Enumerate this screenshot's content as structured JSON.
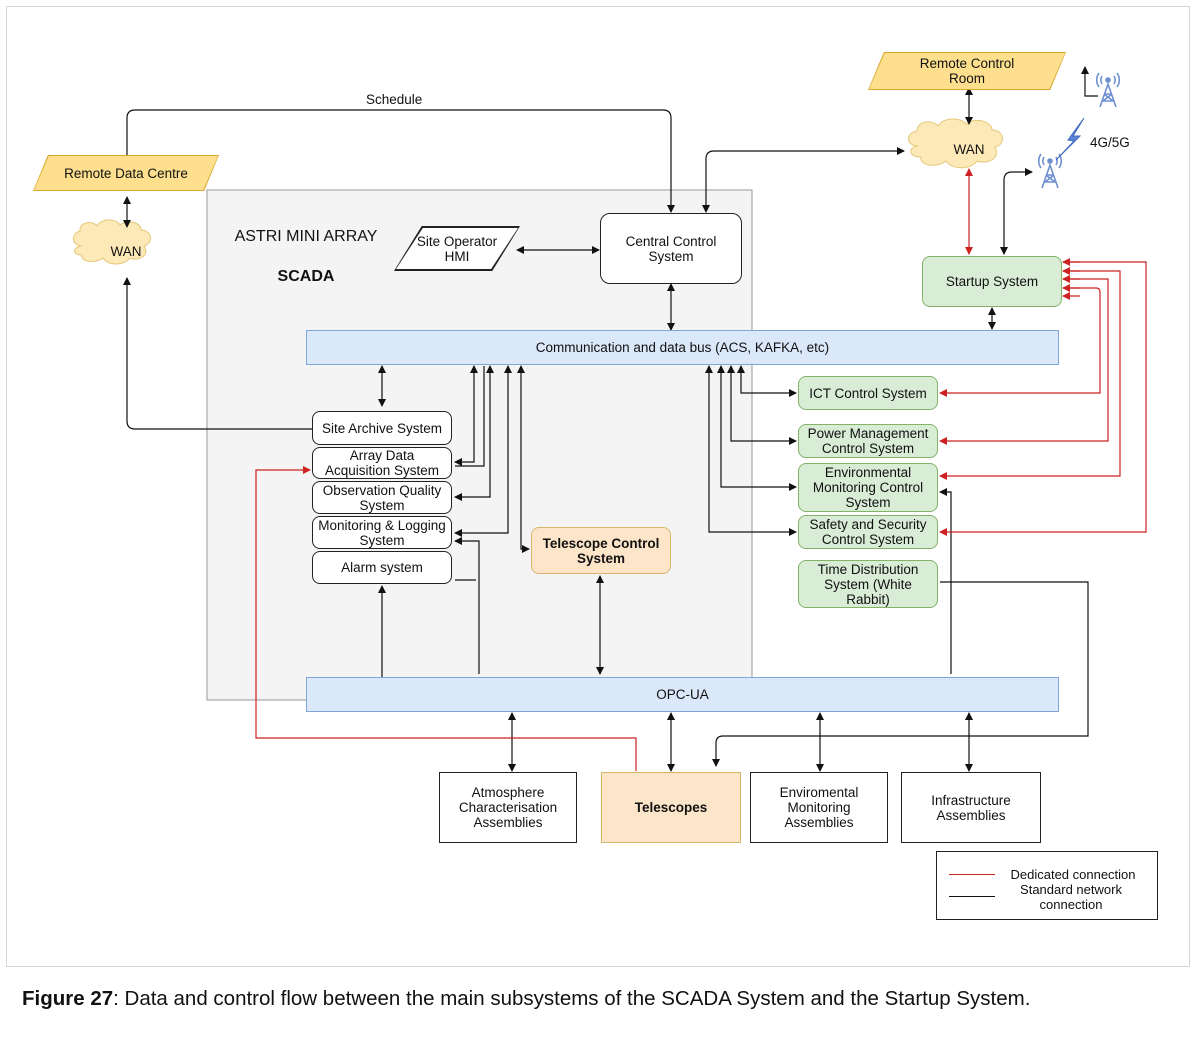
{
  "colors": {
    "dedicated": "#cc2222",
    "standard": "#111111",
    "green_fill": "#d9ecd6",
    "orange_fill": "#fde5c9",
    "bus_fill": "#dbe8fa",
    "cloud_fill": "#fde9b8",
    "parallelogram_fill": "#fddf8e"
  },
  "scada": {
    "title_line1": "ASTRI MINI ARRAY",
    "title_line2": "SCADA"
  },
  "labels": {
    "schedule": "Schedule",
    "g4g5": "4G/5G"
  },
  "nodes": {
    "remote_data_centre": "Remote Data Centre",
    "remote_control_room": "Remote Control\nRoom",
    "wan_left": "WAN",
    "wan_right": "WAN",
    "site_operator_hmi": "Site Operator\nHMI",
    "central_control": "Central Control\nSystem",
    "startup_system": "Startup System",
    "bus": "Communication and data bus (ACS, KAFKA, etc)",
    "site_archive": "Site Archive System",
    "array_data_acq": "Array Data\nAcquisition System",
    "obs_quality": "Observation Quality\nSystem",
    "monitoring_logging": "Monitoring & Logging\nSystem",
    "alarm_system": "Alarm system",
    "telescope_control": "Telescope Control\nSystem",
    "ict_control": "ICT Control System",
    "power_mgmt": "Power Management\nControl System",
    "env_monitoring_control": "Environmental\nMonitoring Control\nSystem",
    "safety_security": "Safety and Security\nControl System",
    "time_distribution": "Time Distribution\nSystem (White\nRabbit)",
    "opcua": "OPC-UA",
    "atmosphere": "Atmosphere\nCharacterisation\nAssemblies",
    "telescopes": "Telescopes",
    "env_assemblies": "Enviromental\nMonitoring\nAssemblies",
    "infrastructure": "Infrastructure\nAssemblies"
  },
  "legend": {
    "dedicated": "Dedicated connection",
    "standard": "Standard network\nconnection"
  },
  "caption": {
    "figure_label": "Figure 27",
    "text": ": Data and control flow between the main subsystems of the SCADA System and the Startup System."
  }
}
